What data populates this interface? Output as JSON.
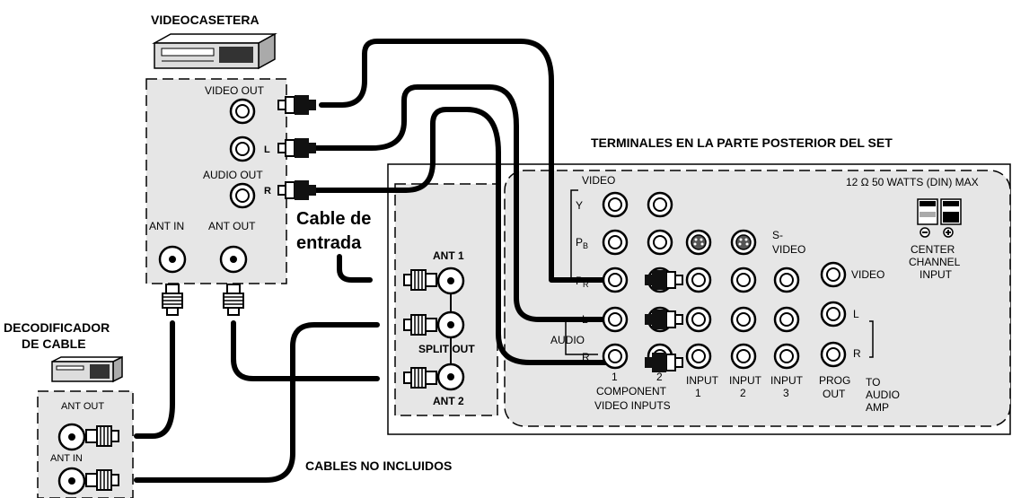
{
  "titles": {
    "vcr": "VIDEOCASETERA",
    "cable_box": "DECODIFICADOR",
    "cable_box_2": "DE CABLE",
    "tv_rear": "TERMINALES EN LA PARTE POSTERIOR DEL SET",
    "cable_in_1": "Cable de",
    "cable_in_2": "entrada",
    "not_included": "CABLES NO INCLUIDOS"
  },
  "vcr_panel": {
    "video_out": "VIDEO OUT",
    "l": "L",
    "audio_out": "AUDIO OUT",
    "r": "R",
    "ant_in": "ANT IN",
    "ant_out": "ANT OUT"
  },
  "cable_box_panel": {
    "ant_out": "ANT OUT",
    "ant_in": "ANT IN"
  },
  "antenna_panel": {
    "ant1": "ANT 1",
    "split_out": "SPLIT OUT",
    "ant2": "ANT 2"
  },
  "tv_panel": {
    "video": "VIDEO",
    "y": "Y",
    "pb": "P",
    "pb_sub": "B",
    "pr": "P",
    "pr_sub": "R",
    "l": "L",
    "audio": "AUDIO",
    "r": "R",
    "svideo_1": "S-",
    "svideo_2": "VIDEO",
    "video_right": "VIDEO",
    "l_right": "L",
    "r_right": "R",
    "comp_1": "1",
    "comp_2": "2",
    "component": "COMPONENT",
    "video_inputs": "VIDEO INPUTS",
    "input": "INPUT",
    "in1": "1",
    "in2": "2",
    "in3": "3",
    "prog": "PROG",
    "out": "OUT",
    "to": "TO",
    "audio_amp_1": "AUDIO",
    "amp": "AMP",
    "watts": "12  Ω  50 WATTS (DIN) MAX",
    "center_1": "CENTER",
    "center_2": "CHANNEL",
    "center_3": "INPUT"
  }
}
